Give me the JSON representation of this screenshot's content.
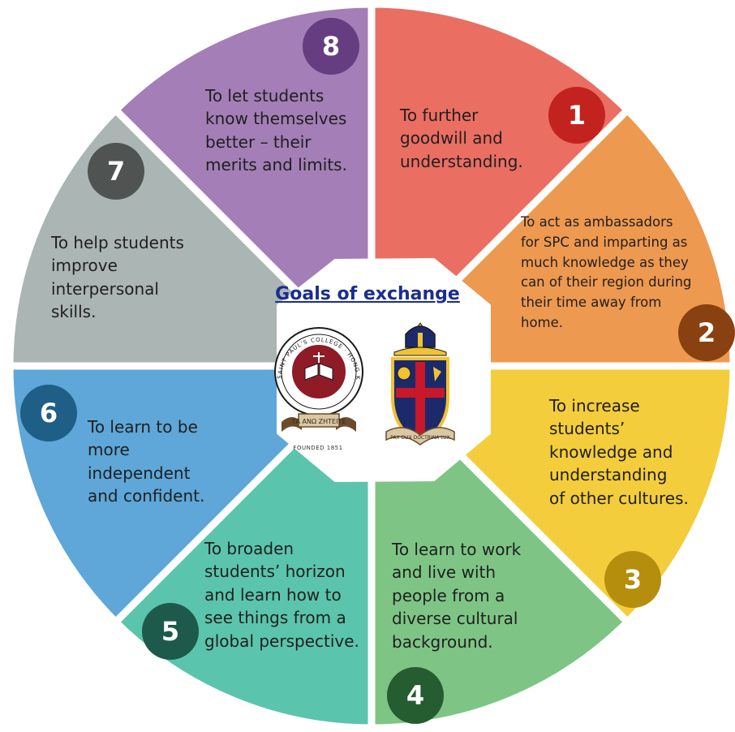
{
  "title": "Goals of exchange",
  "segments": [
    {
      "number": "1",
      "lines": [
        "To further",
        "goodwill and",
        "understanding."
      ],
      "fill": "#ea6e62",
      "badge": "#c2231f"
    },
    {
      "number": "2",
      "lines": [
        " To act as ambassadors",
        "for SPC and imparting as",
        "much knowledge as they",
        "can of their region during",
        "their time away from",
        "home."
      ],
      "fill": "#ee9950",
      "badge": "#8a4111"
    },
    {
      "number": "3",
      "lines": [
        "To increase",
        "students’",
        "knowledge and",
        "understanding",
        "of other cultures."
      ],
      "fill": "#f4cd3c",
      "badge": "#b58e0e"
    },
    {
      "number": "4",
      "lines": [
        "To learn to work",
        "and live with",
        "people from a",
        "diverse cultural",
        "background."
      ],
      "fill": "#7ec585",
      "badge": "#255c30"
    },
    {
      "number": "5",
      "lines": [
        "  To broaden",
        "students’ horizon",
        "and learn how to",
        "see things from a",
        "global perspective."
      ],
      "fill": "#5bc4ad",
      "badge": "#1d5a4b"
    },
    {
      "number": "6",
      "lines": [
        "To learn to be",
        "more",
        "independent",
        "and confident."
      ],
      "fill": "#5ea7d8",
      "badge": "#1f5f87"
    },
    {
      "number": "7",
      "lines": [
        "To help students",
        "improve",
        "interpersonal",
        "skills."
      ],
      "fill": "#abb5b3",
      "badge": "#4f5352"
    },
    {
      "number": "8",
      "lines": [
        "To let students",
        "know themselves",
        "better – their",
        "merits and limits."
      ],
      "fill": "#a47eb6",
      "badge": "#653d80"
    }
  ],
  "logos": {
    "left": {
      "ring_text": "SAINT PAUL'S COLLEGE · HONG KONG",
      "motto_text": "ΤΑ ΑΝΩ ΖΗΤΕΙΤΕ",
      "founded_text": "FOUNDED 1851"
    },
    "right": {
      "motto_text": "PAX DUX DOCTRINA LUX"
    }
  },
  "colors": {
    "title": "#1b2d8f",
    "text": "#1f1f1f",
    "divider": "#ffffff"
  }
}
